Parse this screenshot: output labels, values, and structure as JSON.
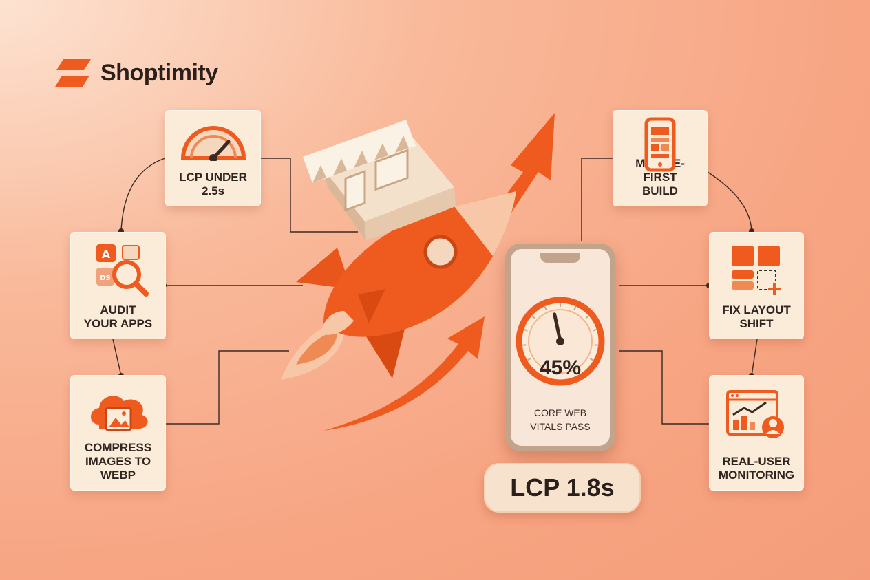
{
  "brand": {
    "name": "Shoptimity",
    "accent": "#ef5a1f"
  },
  "steps": [
    {
      "id": "lcp-under",
      "label": "LCP UNDER\n2.5s",
      "icon": "speedometer-icon"
    },
    {
      "id": "audit-apps",
      "label": "AUDIT\nYOUR APPS",
      "icon": "app-audit-magnifier-icon"
    },
    {
      "id": "compress-images",
      "label": "COMPRESS\nIMAGES TO\nWEBP",
      "icon": "cloud-image-icon"
    },
    {
      "id": "mobile-first",
      "label": "MOBILE-FIRST\nBUILD",
      "icon": "mobile-layout-icon"
    },
    {
      "id": "layout-shift",
      "label": "FIX LAYOUT\nSHIFT",
      "icon": "layout-grid-icon"
    },
    {
      "id": "rum",
      "label": "REAL-USER\nMONITORING",
      "icon": "user-analytics-icon"
    }
  ],
  "phone": {
    "gauge_value": "45%",
    "gauge_fraction": 0.45,
    "caption": "CORE WEB\nVITALS PASS"
  },
  "result_badge": "LCP 1.8s",
  "colors": {
    "orange": "#ef5a1f",
    "cream": "#fbecd9",
    "dark_text": "#2f241f"
  }
}
